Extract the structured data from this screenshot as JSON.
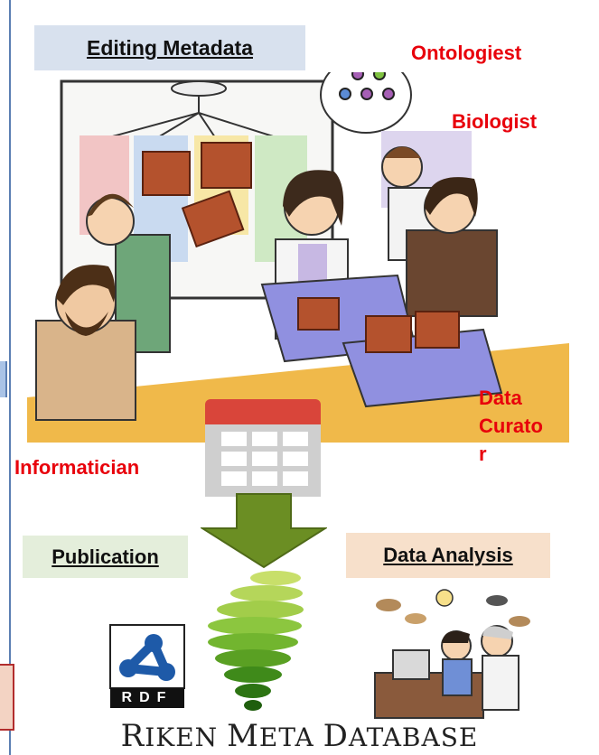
{
  "headers": {
    "editing": "Editing Metadata",
    "publication": "Publication",
    "analysis": "Data Analysis"
  },
  "roles": {
    "ontologist": "Ontologiest",
    "biologist": "Biologist",
    "curator_line1": "Data",
    "curator_line2": "Curato",
    "curator_line3": "r",
    "informatician": "Informatician"
  },
  "rdf_logo_text": "RDF",
  "footer": {
    "r_big": "R",
    "r_rest": "IKEN ",
    "m_big": "M",
    "m_rest": "ETA ",
    "d_big": "D",
    "d_rest": "ATABASE"
  },
  "colors": {
    "role_text": "#e8000b",
    "editing_bg": "#d8e1ee",
    "publication_bg": "#e4eedb",
    "analysis_bg": "#f7e0cb",
    "arrow": "#6b8e23",
    "sheet_header": "#d9453a"
  }
}
